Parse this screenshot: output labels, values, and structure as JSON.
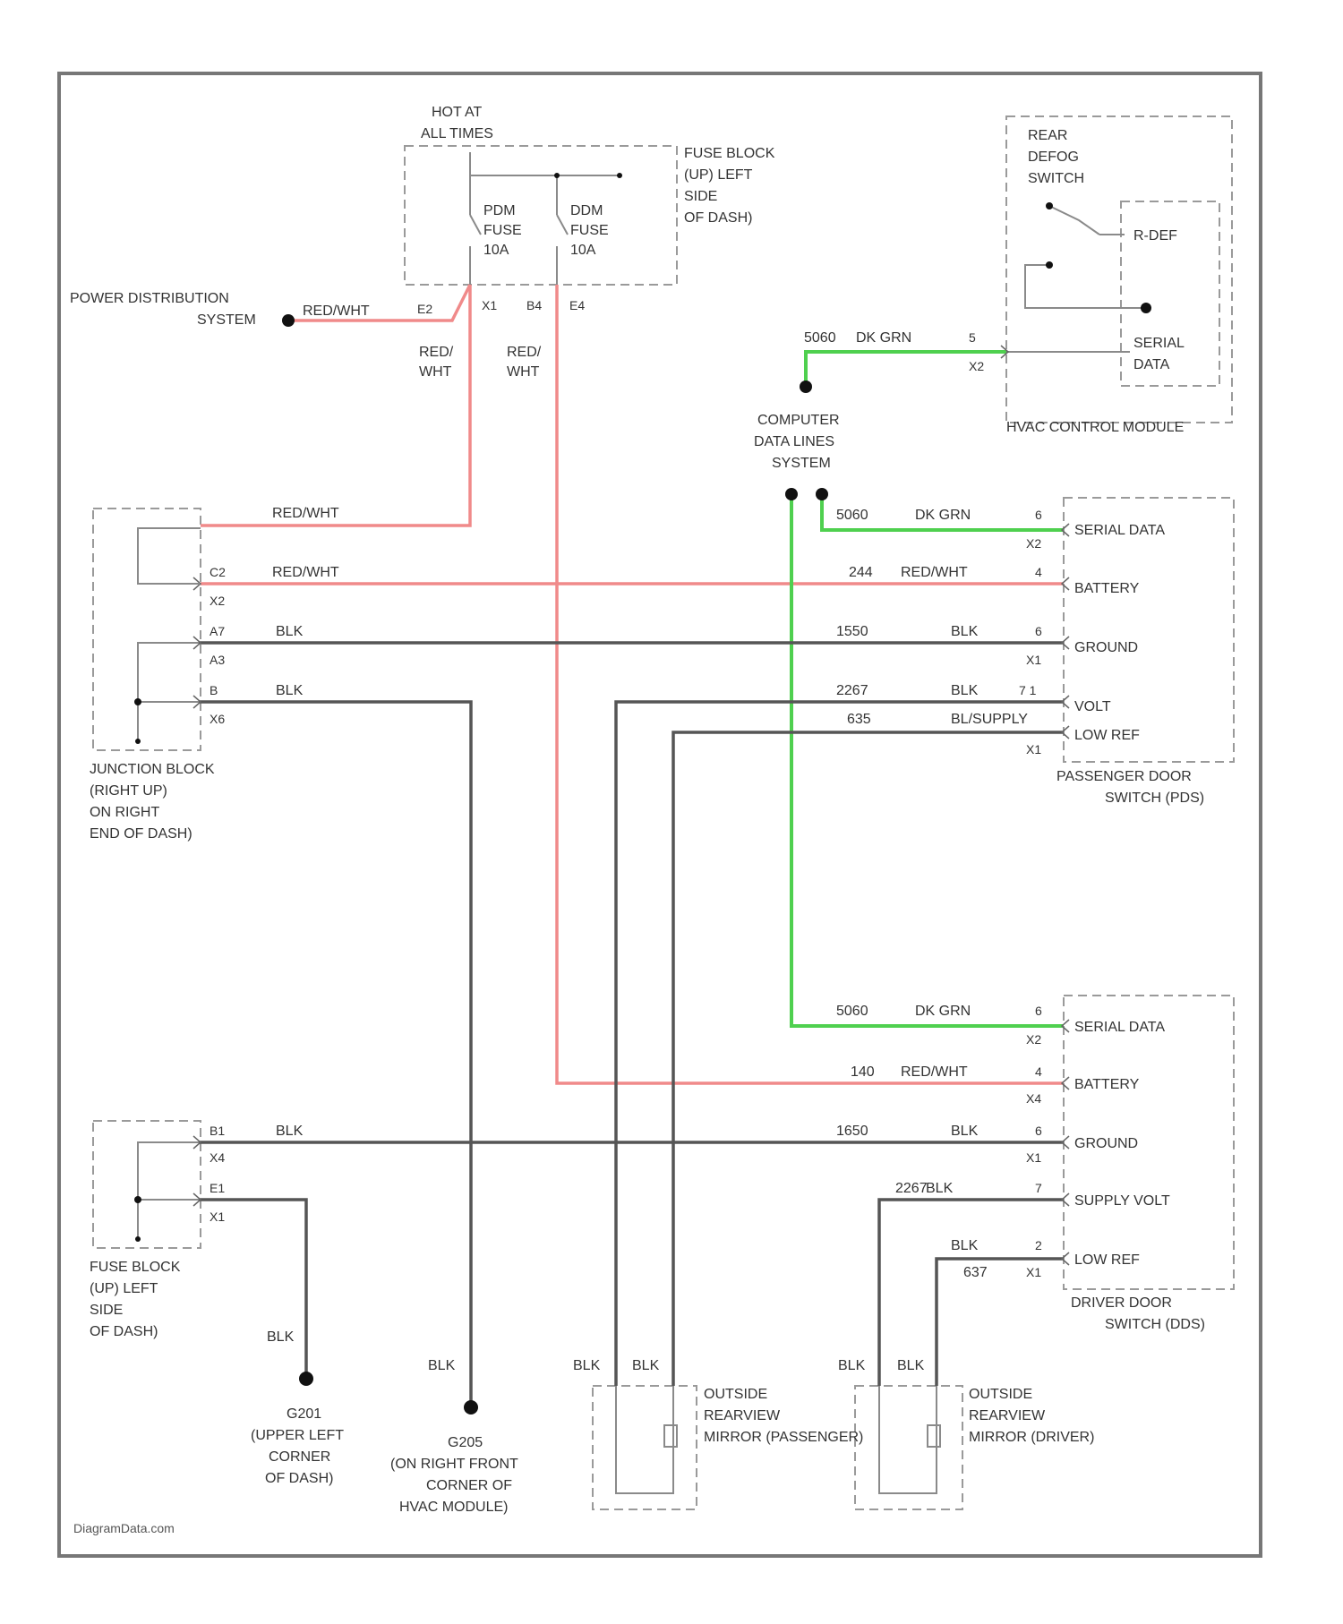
{
  "colors": {
    "red_wire": "#f08a8a",
    "green_wire": "#4fd04f",
    "black_wire": "#555555",
    "frame": "#777777",
    "dashed_box": "#9a9a9a"
  },
  "watermark": "DiagramData.com",
  "labels": {
    "hot_at_all_times": [
      "HOT AT",
      "ALL TIMES"
    ],
    "fuse_block_top": [
      "FUSE BLOCK",
      "(UP) LEFT",
      "SIDE",
      "OF DASH)"
    ],
    "fuse_left": [
      "PDM",
      "FUSE",
      "10A"
    ],
    "fuse_right": [
      "DDM",
      "FUSE",
      "10A"
    ],
    "power_distribution": [
      "POWER DISTRIBUTION",
      "SYSTEM"
    ],
    "rear_defog_switch": [
      "REAR",
      "DEFOG",
      "SWITCH"
    ],
    "r_def": "R-DEF",
    "serial_data_hvac": [
      "SERIAL",
      "DATA"
    ],
    "hvac_control_module": "HVAC CONTROL MODULE",
    "computer_data_lines": [
      "COMPUTER",
      "DATA LINES",
      "SYSTEM"
    ],
    "junction_block": [
      "JUNCTION BLOCK",
      "(RIGHT UP)",
      "ON RIGHT",
      "END OF DASH)"
    ],
    "fuse_block_bottom": [
      "FUSE BLOCK",
      "(UP) LEFT",
      "SIDE",
      "OF DASH)"
    ],
    "g201": [
      "G201",
      "(UPPER LEFT",
      "CORNER",
      "OF DASH)"
    ],
    "g205": [
      "G205",
      "(ON RIGHT FRONT",
      "CORNER OF",
      "HVAC MODULE)"
    ],
    "mirror_passenger": [
      "OUTSIDE",
      "REARVIEW",
      "MIRROR (PASSENGER)"
    ],
    "mirror_driver": [
      "OUTSIDE",
      "REARVIEW",
      "MIRROR (DRIVER)"
    ],
    "passenger_door_switch": [
      "PASSENGER DOOR",
      "SWITCH (PDS)"
    ],
    "driver_door_switch": [
      "DRIVER DOOR",
      "SWITCH (DDS)"
    ],
    "pds_pins": [
      "SERIAL DATA",
      "BATTERY",
      "GROUND",
      "VOLT",
      "LOW REF"
    ],
    "dds_pins": [
      "SERIAL DATA",
      "BATTERY",
      "GROUND",
      "SUPPLY VOLT",
      "LOW REF"
    ]
  },
  "wire_labels": {
    "red_white": "RED/WHT",
    "red_stack": [
      "RED/",
      "WHT"
    ],
    "blk": "BLK",
    "dk_grn": "DK GRN",
    "bl_supply": "BL/SUPPLY",
    "circuit_5060": "5060",
    "circuit_244": "244",
    "circuit_1550": "1550",
    "circuit_2267": "2267",
    "circuit_635": "635",
    "circuit_140": "140",
    "circuit_1650": "1650",
    "circuit_637": "637"
  },
  "pin_labels": {
    "x2": "X2",
    "x1": "X1",
    "b4": "B4",
    "e4": "E4",
    "e2": "E2",
    "c2": "C2",
    "a7": "A7",
    "a3": "A3",
    "b": "B",
    "x6": "X6",
    "b1": "B1",
    "x4": "X4",
    "e1": "E1",
    "x1b": "X1",
    "n5": "5",
    "n4": "4",
    "n6": "6",
    "n7": "7",
    "n71": "7 1",
    "n2": "2"
  }
}
